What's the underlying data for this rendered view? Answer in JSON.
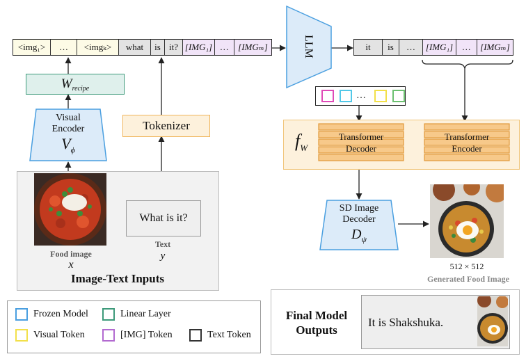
{
  "input_tokens": [
    "<img₁>",
    "…",
    "<imgₖ>",
    "what",
    "is",
    "it?",
    "[IMG₁]",
    "…",
    "[IMGₘ]"
  ],
  "output_tokens": [
    "it",
    "is",
    "…",
    "[IMG₁]",
    "…",
    "[IMGₘ]"
  ],
  "query_dots": "…",
  "w_recipe": {
    "main": "W",
    "sub": "recipe"
  },
  "visual_encoder": {
    "line1": "Visual",
    "line2": "Encoder",
    "symbol": "V",
    "sub": "ϕ"
  },
  "tokenizer": "Tokenizer",
  "llm": "LLM",
  "fw": {
    "main": "f",
    "sub": "W"
  },
  "transformer_decoder": {
    "line1": "Transformer",
    "line2": "Decoder"
  },
  "transformer_encoder": {
    "line1": "Transformer",
    "line2": "Encoder"
  },
  "sd_decoder": {
    "line1": "SD Image",
    "line2": "Decoder",
    "symbol": "D",
    "sub": "ψ"
  },
  "food_image_label": "Food image",
  "food_var": "x",
  "question": "What is it?",
  "text_label": "Text",
  "text_var": "y",
  "inputs_title": "Image-Text Inputs",
  "resolution": "512 × 512",
  "generated_label": "Generated Food Image",
  "outputs_title": {
    "line1": "Final Model",
    "line2": "Outputs"
  },
  "answer": "It is Shakshuka.",
  "legend": [
    {
      "label": "Frozen Model",
      "color": "#4a9fe0"
    },
    {
      "label": "Linear Layer",
      "color": "#3d9a7a"
    },
    {
      "label": "Visual Token",
      "color": "#f2e04a"
    },
    {
      "label": "[IMG] Token",
      "color": "#b26ad0"
    },
    {
      "label": "Text Token",
      "color": "#333333"
    }
  ],
  "query_colors": [
    "#e04ab8",
    "#52c8e8",
    "#f2e04a",
    "#6cc070"
  ]
}
